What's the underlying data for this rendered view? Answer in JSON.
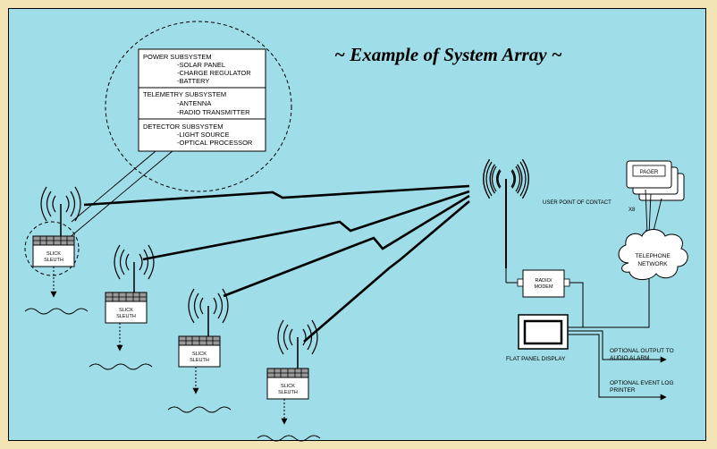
{
  "title": "~ Example of System Array ~",
  "subsystems": [
    {
      "heading": "POWER SUBSYSTEM",
      "items": [
        "-SOLAR PANEL",
        "-CHARGE REGULATOR",
        "-BATTERY"
      ]
    },
    {
      "heading": "TELEMETRY SUBSYSTEM",
      "items": [
        "-ANTENNA",
        "-RADIO TRANSMITTER"
      ]
    },
    {
      "heading": "DETECTOR SUBSYSTEM",
      "items": [
        "-LIGHT SOURCE",
        "-OPTICAL PROCESSOR"
      ]
    }
  ],
  "sensor_label_line1": "SLICK",
  "sensor_label_line2": "SLEUTH",
  "pager_label": "PAGER",
  "user_contact_line1": "USER POINT OF CONTACT",
  "user_contact_line2": "X8",
  "telephone_line1": "TELEPHONE",
  "telephone_line2": "NETWORK",
  "radio_line1": "RADIO/",
  "radio_line2": "MODEM",
  "display_label": "FLAT PANEL DISPLAY",
  "output1_line1": "OPTIONAL OUTPUT TO",
  "output1_line2": "AUDIO ALARM",
  "output2_line1": "OPTIONAL EVENT LOG",
  "output2_line2": "PRINTER"
}
